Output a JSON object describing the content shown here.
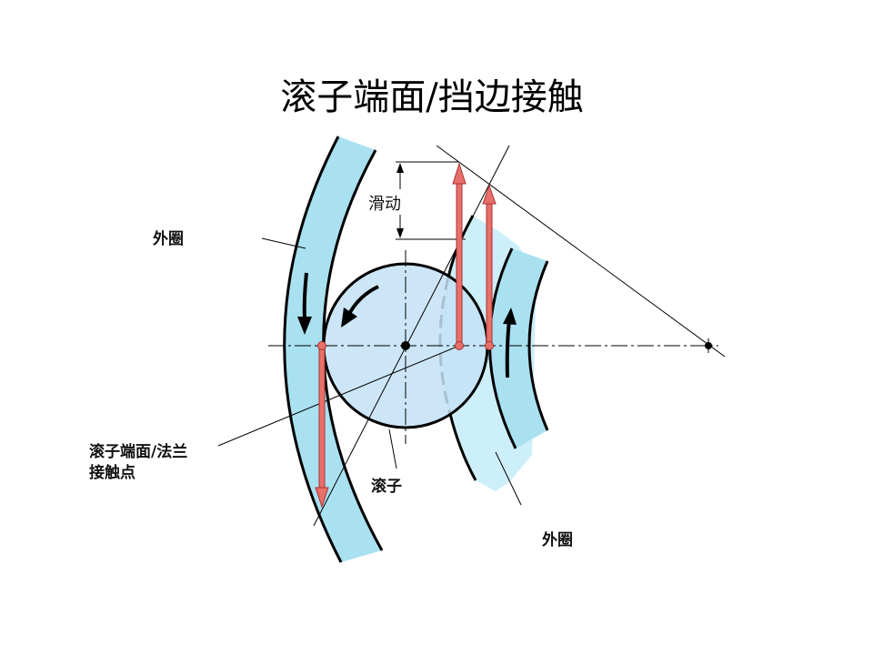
{
  "title": "滚子端面/挡边接触",
  "labels": {
    "outer_ring_left": "外圈",
    "sliding": "滑动",
    "contact_point_line1": "滚子端面/法兰",
    "contact_point_line2": "接触点",
    "roller": "滚子",
    "outer_ring_right": "外圈"
  },
  "colors": {
    "ring_fill": "#a9e1f1",
    "flange_fill": "#cdeffa",
    "roller_fill": "#c4e2f6",
    "velocity_arrow": "#e8706a"
  }
}
